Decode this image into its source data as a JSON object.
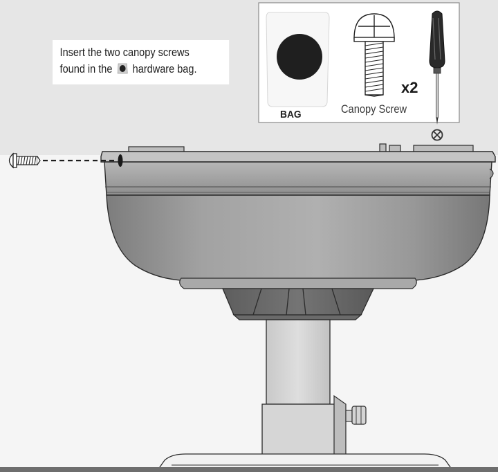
{
  "instruction": {
    "line1": "Insert the two canopy screws",
    "line2_before": "found in the",
    "line2_after": "hardware bag."
  },
  "parts": {
    "bag_label": "BAG",
    "screw_label": "Canopy Screw",
    "quantity": "x2"
  },
  "colors": {
    "background_top": "#e5e5e5",
    "background_bottom": "#f6f6f6",
    "canopy_shade": "#9a9a9a",
    "bottom_bar": "#6e6e6e"
  }
}
